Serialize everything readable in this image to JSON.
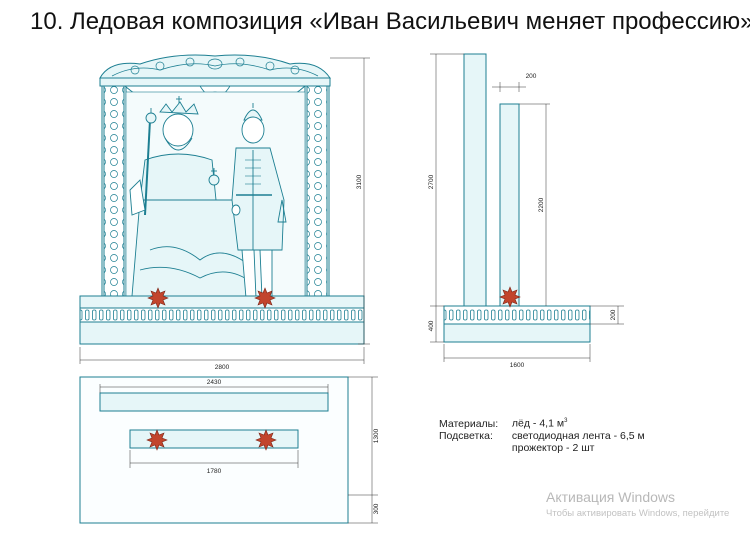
{
  "title": "10. Ледовая композиция «Иван Васильевич меняет профессию»",
  "dims": {
    "front_height": "3100",
    "front_width": "2800",
    "side_top": "200",
    "side_height": "2700",
    "side_inner": "2200",
    "side_base_left": "400",
    "side_base_right": "200",
    "side_width": "1600",
    "plan_top": "2430",
    "plan_bottom": "1780",
    "plan_depth": "1300",
    "plan_extra": "300"
  },
  "legend": {
    "materials_label": "Материалы:",
    "materials_value": "лёд - 4,1 м",
    "materials_sup": "3",
    "lighting_label": "Подсветка:",
    "lighting_value1": "светодиодная лента - 6,5 м",
    "lighting_value2": "прожектор - 2 шт"
  },
  "watermark": {
    "title": "Активация Windows",
    "subtitle": "Чтобы активировать Windows, перейдите"
  },
  "colors": {
    "ice": "#1d7f92",
    "ice_fill": "#e6f6f8",
    "lamp": "#c2452d"
  }
}
